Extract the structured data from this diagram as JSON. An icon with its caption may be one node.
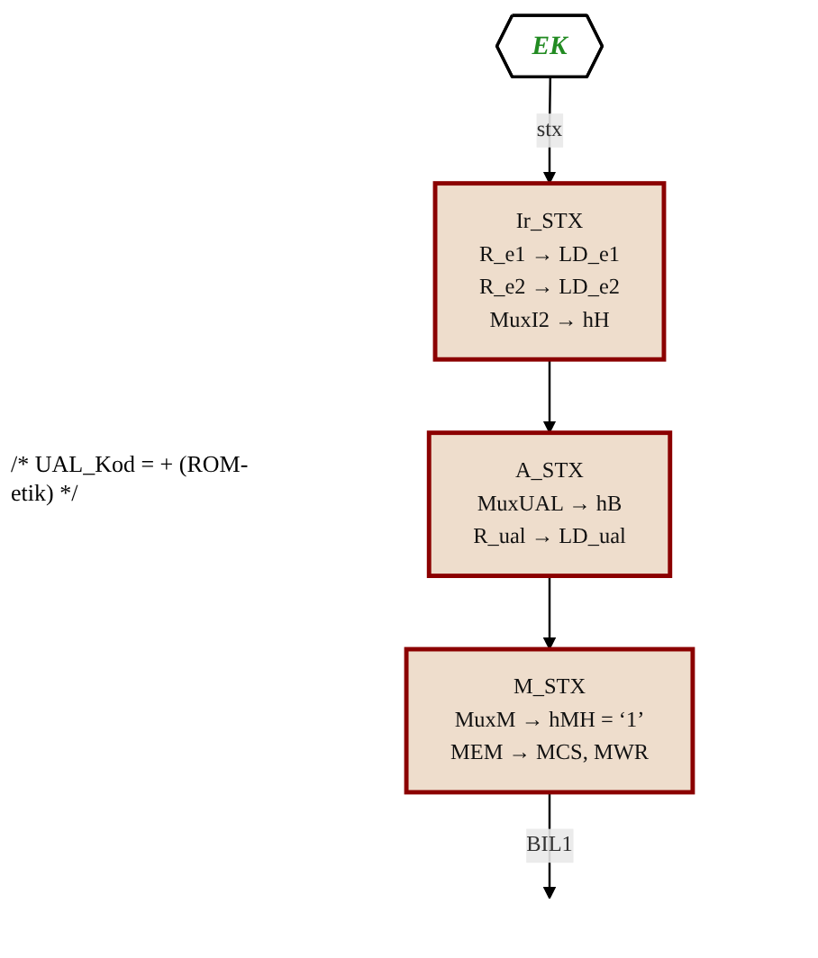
{
  "diagram": {
    "nodes": [
      {
        "text": [
          "EK"
        ]
      },
      {
        "text": [
          "Ir_STX",
          "R_e1 → LD_e1",
          "R_e2 → LD_e2",
          "MuxI2 → hH"
        ]
      },
      {
        "text": [
          "A_STX",
          "MuxUAL → hB",
          "R_ual → LD_ual"
        ]
      },
      {
        "text": [
          "M_STX",
          "MuxM → hMH = ‘1’",
          "MEM → MCS, MWR"
        ]
      }
    ],
    "edges": [
      {
        "from": 0,
        "to": 1,
        "label": "stx",
        "arrow": "to"
      },
      {
        "from": 1,
        "to": 2,
        "arrow": "to"
      },
      {
        "from": 2,
        "to": 3,
        "arrow": "to"
      },
      {
        "from": 3,
        "to": null,
        "label": "BIL1",
        "arrow": "to"
      }
    ],
    "labels": [
      "/* UAL_Kod = + (ROM-etik) */"
    ]
  }
}
